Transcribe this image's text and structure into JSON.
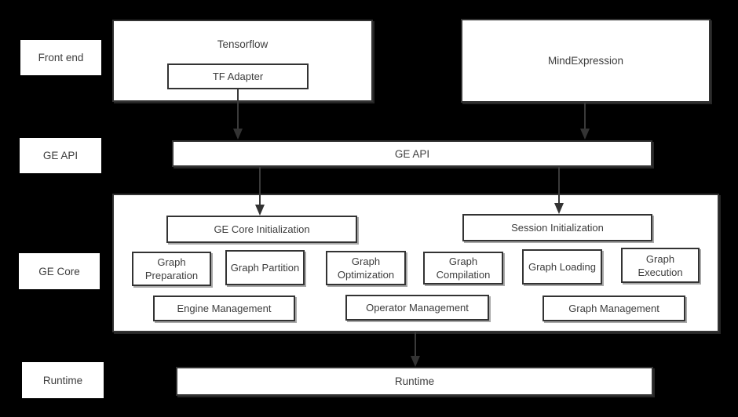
{
  "colors": {
    "background": "#000000",
    "box_fill": "#ffffff",
    "box_border": "#333333",
    "text": "#3d3d3d",
    "arrow": "#3a3a3a"
  },
  "row_labels": {
    "front_end": "Front end",
    "ge_api": "GE API",
    "ge_core": "GE Core",
    "runtime": "Runtime"
  },
  "front_end": {
    "tensorflow_label": "Tensorflow",
    "tf_adapter_label": "TF Adapter",
    "mindexpression_label": "MindExpression"
  },
  "ge_api": {
    "label": "GE API"
  },
  "ge_core": {
    "init_boxes": [
      "GE Core Initialization",
      "Session Initialization"
    ],
    "function_boxes": [
      "Graph Preparation",
      "Graph Partition",
      "Graph Optimization",
      "Graph Compilation",
      "Graph Loading",
      "Graph Execution"
    ],
    "management_boxes": [
      "Engine Management",
      "Operator Management",
      "Graph Management"
    ]
  },
  "runtime": {
    "label": "Runtime"
  }
}
